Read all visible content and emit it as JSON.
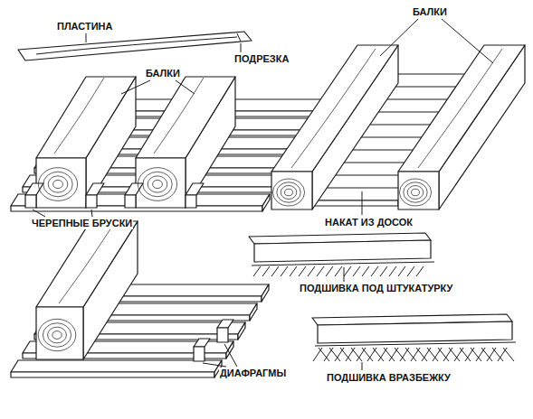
{
  "diagram": {
    "labels": [
      "ПЛАСТИНА",
      "ПОДРЕЗКА",
      "БАЛКИ",
      "ЧЕРЕПНЫЕ БРУСКИ",
      "БАЛКИ",
      "НАКАТ ИЗ ДОСОК",
      "ПОДШИВКА ПОД ШТУКАТУРКУ",
      "ДИАФРАГМЫ",
      "ПОДШИВКА ВРАЗБЕЖКУ"
    ]
  }
}
